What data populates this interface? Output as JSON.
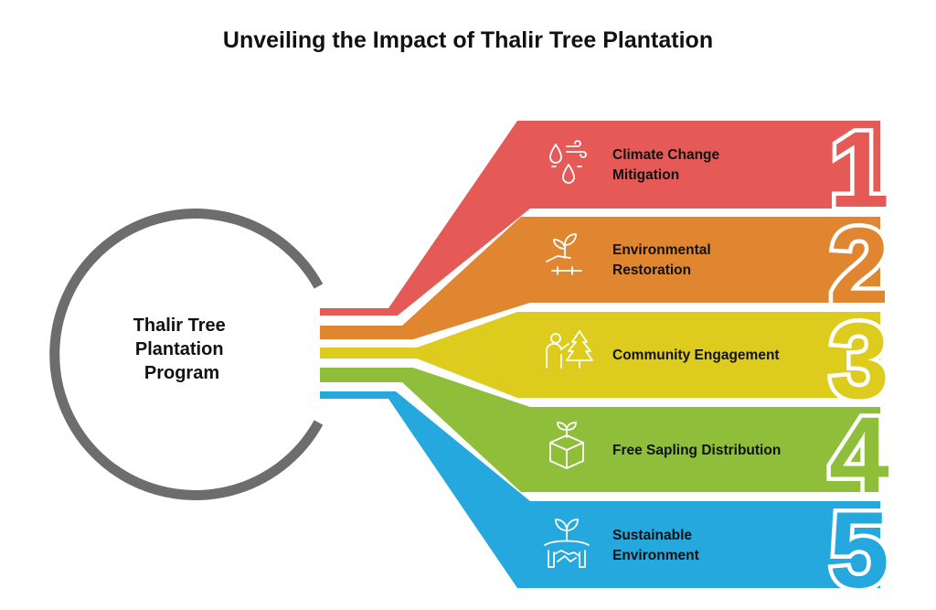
{
  "title": "Unveiling the Impact of Thalir Tree Plantation",
  "center": {
    "line1": "Thalir Tree",
    "line2": "Plantation",
    "line3": "Program"
  },
  "items": [
    {
      "number": "1",
      "line1": "Climate Change",
      "line2": "Mitigation",
      "icon": "climate-icon",
      "color": "#E55A57"
    },
    {
      "number": "2",
      "line1": "Environmental",
      "line2": "Restoration",
      "icon": "plant-hand-icon",
      "color": "#E08631"
    },
    {
      "number": "3",
      "line1": "Community Engagement",
      "line2": "",
      "icon": "community-icon",
      "color": "#DDCB1E"
    },
    {
      "number": "4",
      "line1": "Free Sapling Distribution",
      "line2": "",
      "icon": "sapling-box-icon",
      "color": "#8FBE3A"
    },
    {
      "number": "5",
      "line1": "Sustainable",
      "line2": "Environment",
      "icon": "handshake-plant-icon",
      "color": "#25A8DD"
    }
  ],
  "ring_color": "#6D6D6D"
}
